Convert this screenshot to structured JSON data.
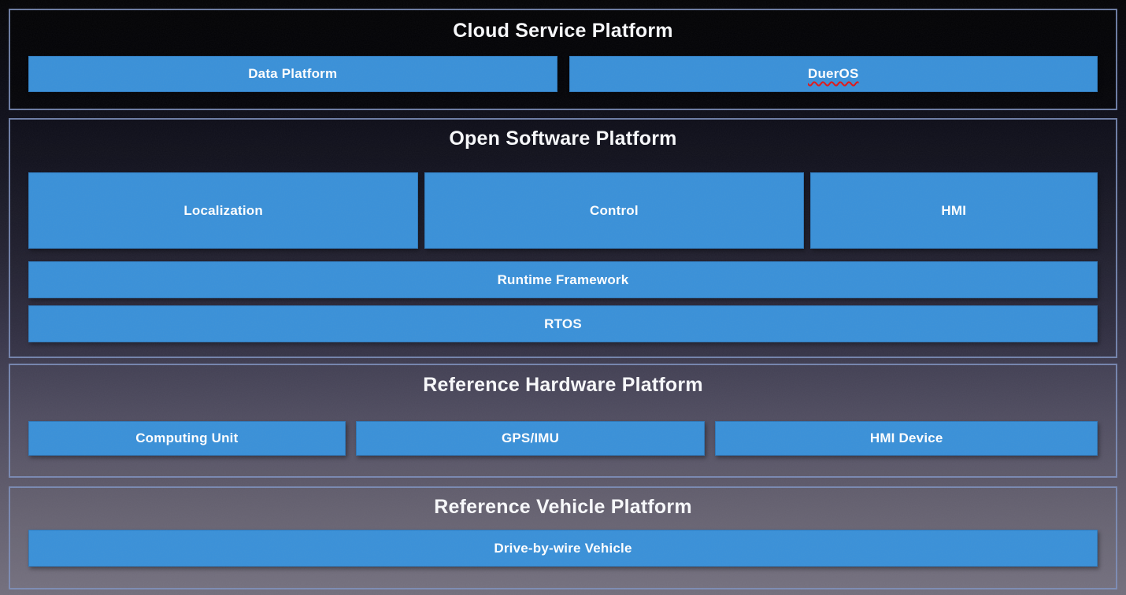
{
  "colors": {
    "box_blue": "#3990d8",
    "section_border": "#7e91bd",
    "label_text": "#ffffff",
    "title_text": "#f8f9fb",
    "spellcheck_underline": "#e01616",
    "background_top": "#030305",
    "background_bottom": "#736f7d"
  },
  "sections": {
    "cloud": {
      "title": "Cloud Service Platform",
      "boxes": [
        {
          "label": "Data Platform"
        },
        {
          "label": "DuerOS",
          "spellcheck_flagged": true
        }
      ]
    },
    "software": {
      "title": "Open Software Platform",
      "modules": [
        {
          "label": "Localization"
        },
        {
          "label": "Control"
        },
        {
          "label": "HMI"
        }
      ],
      "bars": [
        {
          "label": "Runtime Framework"
        },
        {
          "label": "RTOS"
        }
      ]
    },
    "hardware": {
      "title": "Reference Hardware Platform",
      "boxes": [
        {
          "label": "Computing Unit"
        },
        {
          "label": "GPS/IMU"
        },
        {
          "label": "HMI Device"
        }
      ]
    },
    "vehicle": {
      "title": "Reference Vehicle Platform",
      "bars": [
        {
          "label": "Drive-by-wire Vehicle"
        }
      ]
    }
  }
}
